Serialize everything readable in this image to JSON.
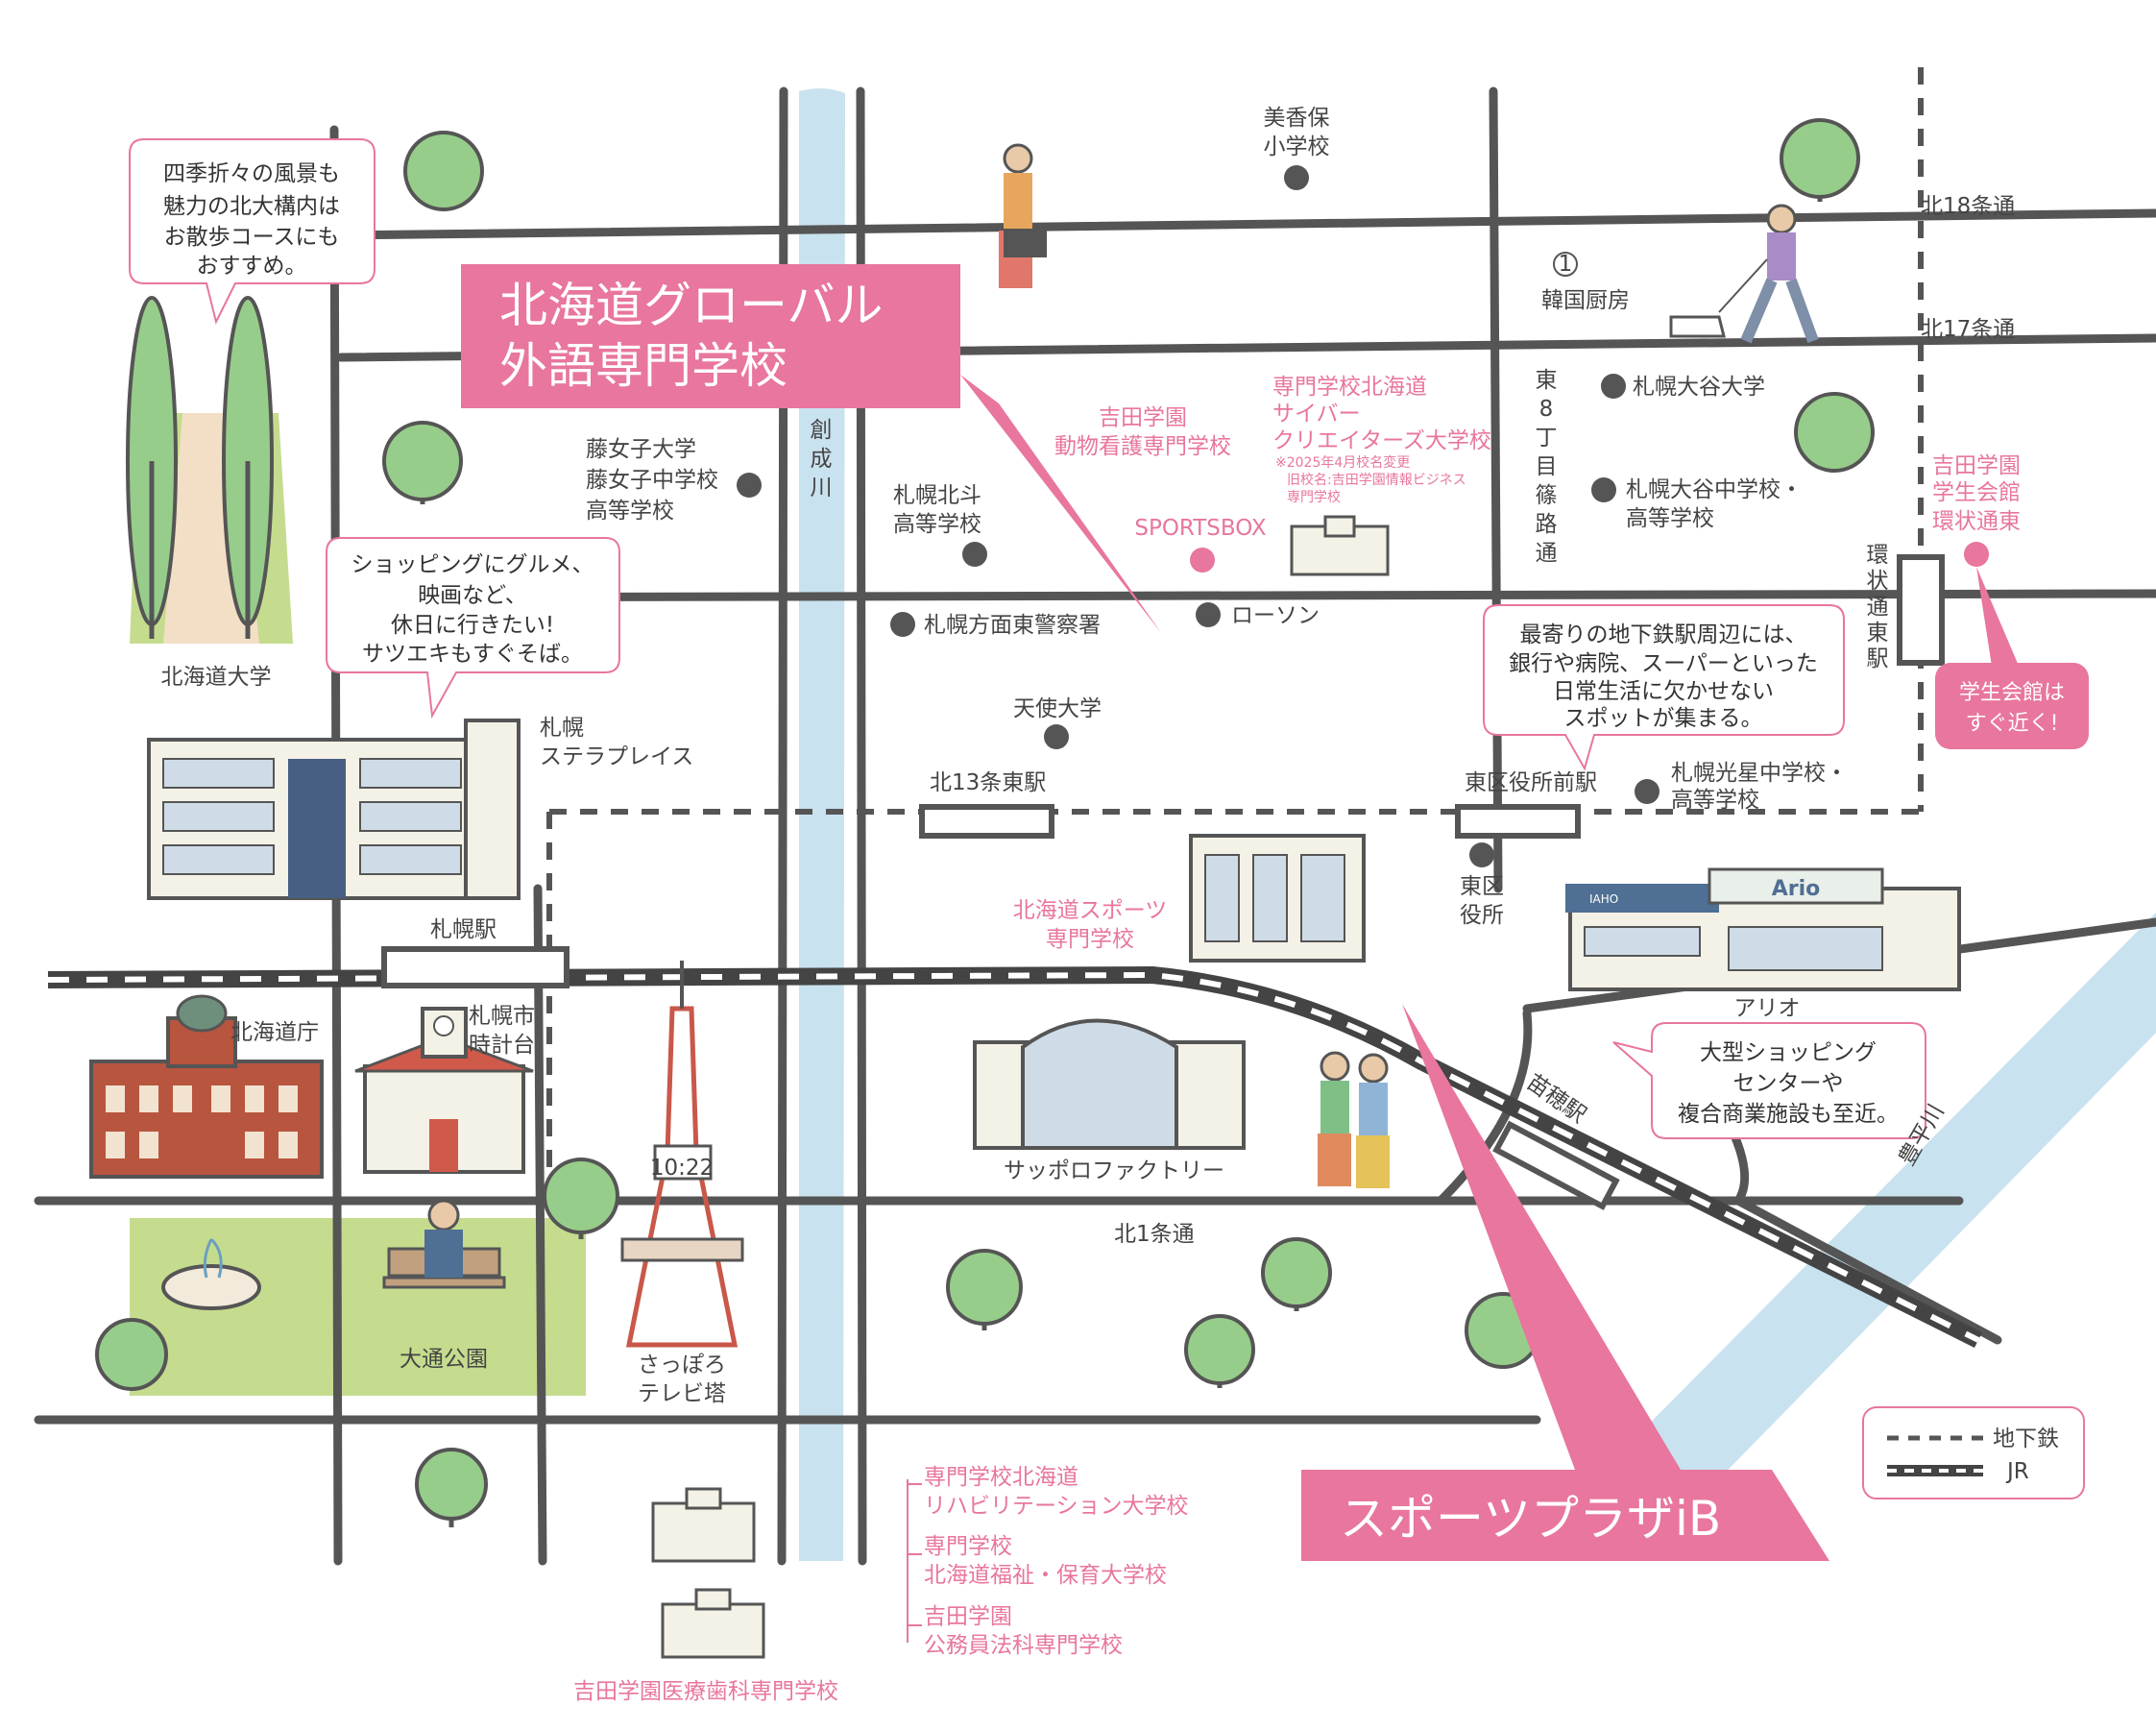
{
  "map": {
    "banners": {
      "global_school": [
        "北海道グローバル",
        "外語専門学校"
      ],
      "sports_plaza": "スポーツプラザiB",
      "student_hall_note": [
        "学生会館は",
        "すぐ近く!"
      ]
    },
    "callouts": {
      "hokudai": [
        "四季折々の風景も",
        "魅力の北大構内は",
        "お散歩コースにも",
        "おすすめ。"
      ],
      "shopping": [
        "ショッピングにグルメ、",
        "映画など、",
        "休日に行きたい!",
        "サツエキもすぐそば。"
      ],
      "subway": [
        "最寄りの地下鉄駅周辺には、",
        "銀行や病院、スーパーといった",
        "日常生活に欠かせない",
        "スポットが集まる。"
      ],
      "ario": [
        "大型ショッピング",
        "センターや",
        "複合商業施設も至近。"
      ]
    },
    "streets": {
      "kita18": "北18条通",
      "kita17": "北17条通",
      "kita1": "北1条通",
      "higashi8": [
        "東",
        "8",
        "丁",
        "目",
        "篠",
        "路",
        "通"
      ],
      "kanjo": [
        "環",
        "状",
        "通",
        "東",
        "駅"
      ]
    },
    "river": {
      "sosei": [
        "創",
        "成",
        "川"
      ],
      "toyohira": "豊平川"
    },
    "stations": {
      "sapporo": "札幌駅",
      "kita13": "北13条東駅",
      "kuyakusho": "東区役所前駅",
      "naebo": "苗穂駅"
    },
    "places": {
      "mikaho": [
        "美香保",
        "小学校"
      ],
      "kankoku": "韓国厨房",
      "otani_univ": "札幌大谷大学",
      "otani_hs": [
        "札幌大谷中学校・",
        "高等学校"
      ],
      "fuji": [
        "藤女子大学",
        "藤女子中学校",
        "高等学校"
      ],
      "hokuto": [
        "札幌北斗",
        "高等学校"
      ],
      "police": "札幌方面東警察署",
      "lawson": "ローソン",
      "tenshi": "天使大学",
      "kosei": [
        "札幌光星中学校・",
        "高等学校"
      ],
      "higashi_ward": [
        "東区",
        "役所"
      ],
      "hokudai": "北海道大学",
      "stellar": [
        "札幌",
        "ステラプレイス"
      ],
      "dochou": "北海道庁",
      "clock": [
        "札幌市",
        "時計台"
      ],
      "odori": "大通公園",
      "tvtower": [
        "さっぽろ",
        "テレビ塔"
      ],
      "tower_clock": "10:22",
      "factory": "サッポロファクトリー",
      "ario": "アリオ",
      "ario_sign": "Ario",
      "ito_sign": "IAHO",
      "sportsbox": "SPORTSBOX",
      "dousen": [
        "吉田学園",
        "動物看護専門学校"
      ],
      "cyber": [
        "専門学校北海道",
        "サイバー",
        "クリエイターズ大学校"
      ],
      "cyber_note": [
        "※2025年4月校名変更",
        "旧校名:吉田学園情報ビジネス",
        "専門学校"
      ],
      "sports_school": [
        "北海道スポーツ",
        "専門学校"
      ],
      "student_hall": [
        "吉田学園",
        "学生会館",
        "環状通東"
      ],
      "rehab": [
        "専門学校北海道",
        "リハビリテーション大学校"
      ],
      "fukushi": [
        "専門学校",
        "北海道福祉・保育大学校"
      ],
      "koumuin": [
        "吉田学園",
        "公務員法科専門学校"
      ],
      "dental": "吉田学園医療歯科専門学校",
      "circled_one": "1"
    },
    "legend": {
      "subway": "地下鉄",
      "jr": "JR"
    }
  },
  "colors": {
    "pink": "#e8769e",
    "road": "#555555",
    "river": "#c9e2ef",
    "tree": "#97cd8a",
    "park": "#c5dc8e",
    "brick": "#b8553f"
  }
}
